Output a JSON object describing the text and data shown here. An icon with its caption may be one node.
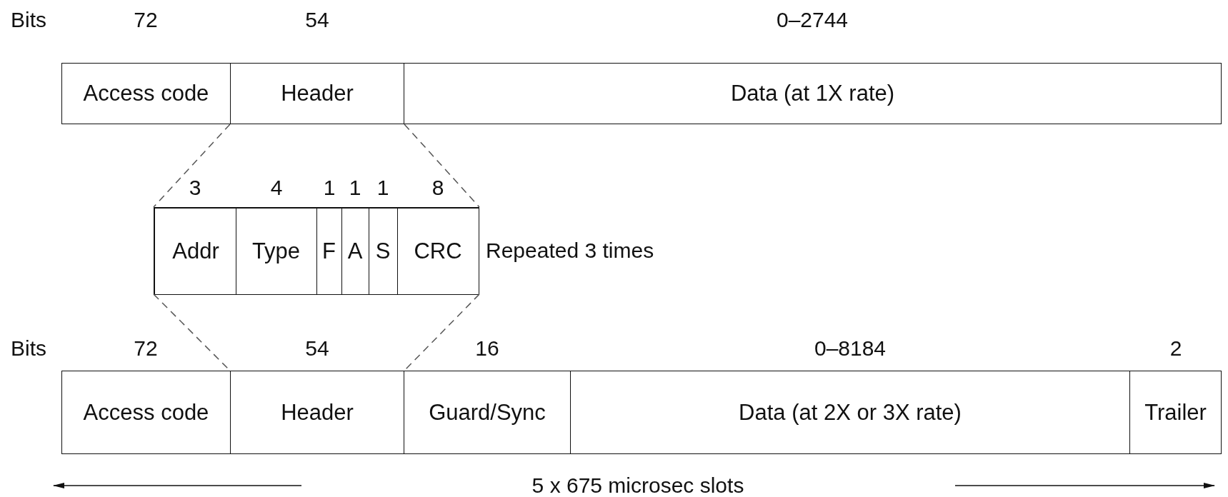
{
  "diagram": {
    "nodes": [
      {
        "text": [
          "Access code"
        ],
        "beside": [
          "72"
        ]
      },
      {
        "text": [
          "Header"
        ],
        "beside": [
          "54"
        ]
      },
      {
        "text": [
          "Data (at 1X rate)"
        ],
        "beside": [
          "0–2744"
        ]
      },
      {
        "text": [],
        "shape": "box",
        "beside": [
          "Repeated 3 times"
        ]
      },
      {
        "text": [
          "Addr"
        ],
        "in": 3,
        "beside": [
          "3"
        ]
      },
      {
        "text": [
          "Type"
        ],
        "in": 3,
        "beside": [
          "4"
        ]
      },
      {
        "text": [
          "F"
        ],
        "in": 3,
        "beside": [
          "1"
        ]
      },
      {
        "text": [
          "A"
        ],
        "in": 3,
        "beside": [
          "1"
        ]
      },
      {
        "text": [
          "S"
        ],
        "in": 3,
        "beside": [
          "1"
        ]
      },
      {
        "text": [
          "CRC"
        ],
        "in": 3,
        "beside": [
          "8"
        ]
      },
      {
        "text": [
          "Access code"
        ],
        "beside": [
          "72"
        ]
      },
      {
        "text": [
          "Header"
        ],
        "beside": [
          "54"
        ]
      },
      {
        "text": [
          "Guard/Sync"
        ],
        "beside": [
          "16"
        ]
      },
      {
        "text": [
          "Data (at 2X or 3X rate)"
        ],
        "beside": [
          "0–8184"
        ]
      },
      {
        "text": [
          "Trailer"
        ],
        "beside": [
          "2"
        ]
      }
    ],
    "edges": [
      {
        "from": 1,
        "to": 3,
        "arrow": "none",
        "style": "dashed"
      },
      {
        "from": 1,
        "to": 3,
        "arrow": "none",
        "style": "dashed"
      },
      {
        "from": 3,
        "to": 11,
        "arrow": "none",
        "style": "dashed"
      },
      {
        "from": 3,
        "to": 11,
        "arrow": "none",
        "style": "dashed"
      }
    ],
    "labels": [
      "Bits",
      "Bits",
      "5 x 675 microsec slots"
    ]
  }
}
